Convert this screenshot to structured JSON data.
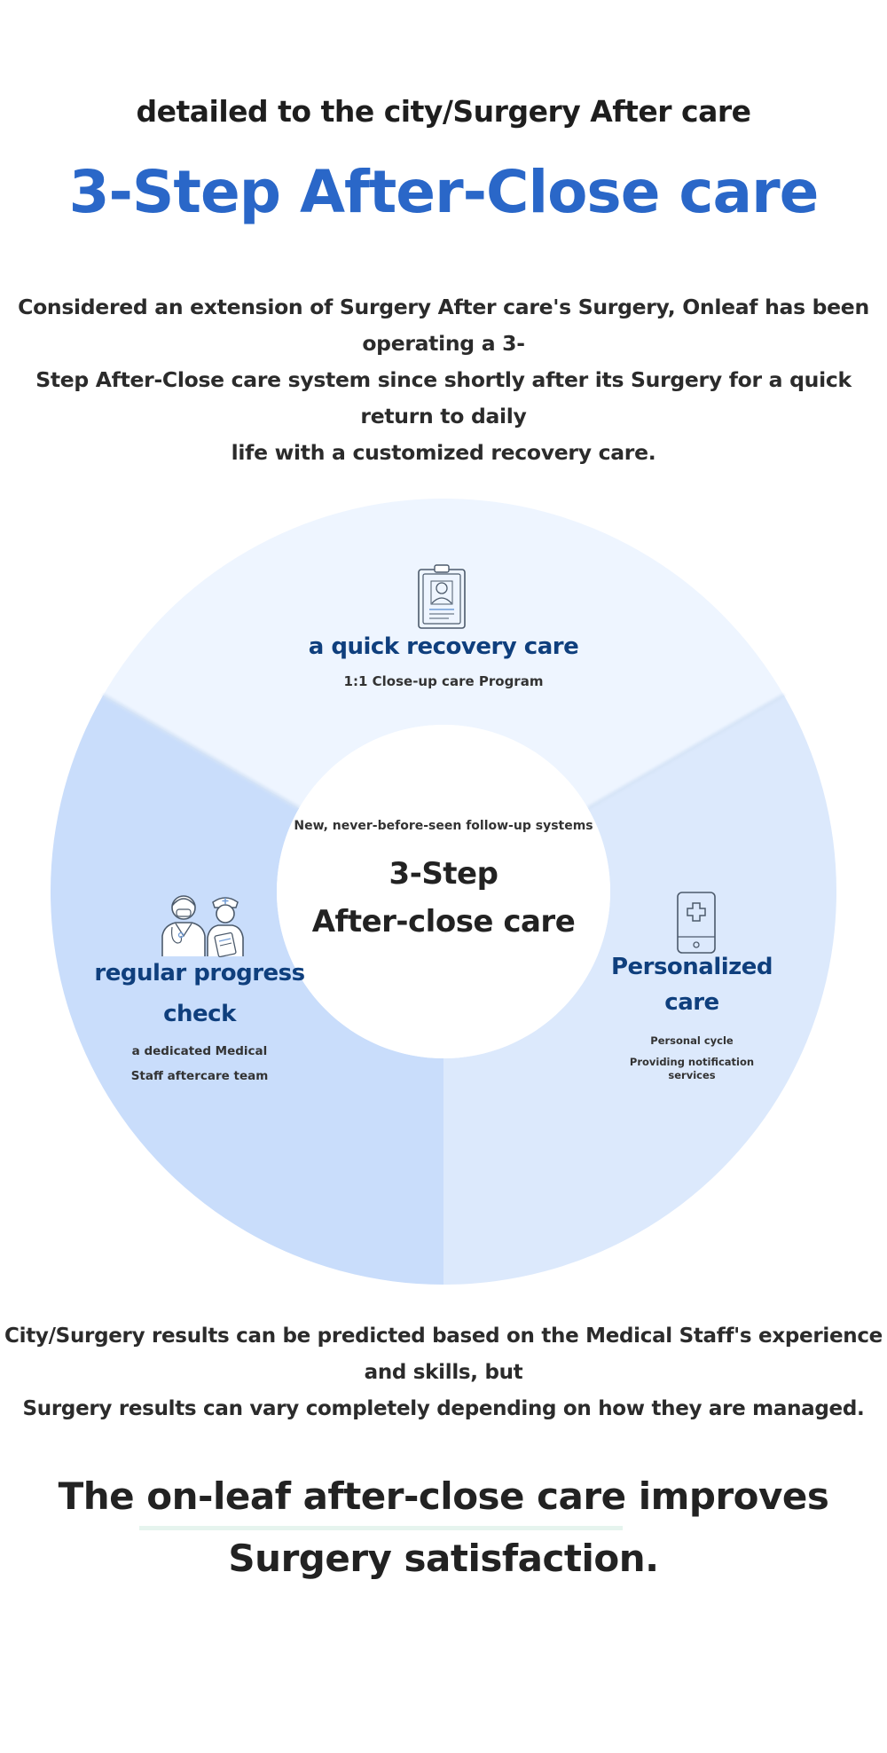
{
  "header": {
    "subtitle": "detailed to the city/Surgery After care",
    "title": "3-Step After-Close care",
    "title_color": "#2a67c8"
  },
  "intro": {
    "line1": "Considered an extension of Surgery After care's Surgery, Onleaf has been operating a 3-",
    "line2": "Step After-Close care system since shortly after its Surgery for a quick return to daily",
    "line3": "life with a customized recovery care."
  },
  "wheel": {
    "center": {
      "small": "New, never-before-seen follow-up systems",
      "title_line1": "3-Step",
      "title_line2": "After-close care"
    },
    "top": {
      "icon": "id-card-icon",
      "title": "a quick recovery care",
      "desc": "1:1 Close-up care Program"
    },
    "left": {
      "icon": "medical-staff-icon",
      "title_line1": "regular progress",
      "title_line2": "check",
      "desc_line1": "a dedicated Medical",
      "desc_line2": "Staff aftercare team"
    },
    "right": {
      "icon": "mobile-medical-icon",
      "title_line1": "Personalized",
      "title_line2": "care",
      "desc_line1": "Personal cycle",
      "desc_line2": "Providing notification",
      "desc_line3": "services"
    },
    "colors": {
      "top": "#eef5ff",
      "left": "#c9ddfb",
      "right": "#dce9fc",
      "heading": "#0f3f7d"
    }
  },
  "bottom": {
    "line1": "City/Surgery results can be predicted based on the Medical Staff's experience and skills, but",
    "line2": "Surgery results can vary completely depending on how they are managed."
  },
  "closing": {
    "line1": "The on-leaf after-close care improves",
    "line2": "Surgery satisfaction."
  }
}
